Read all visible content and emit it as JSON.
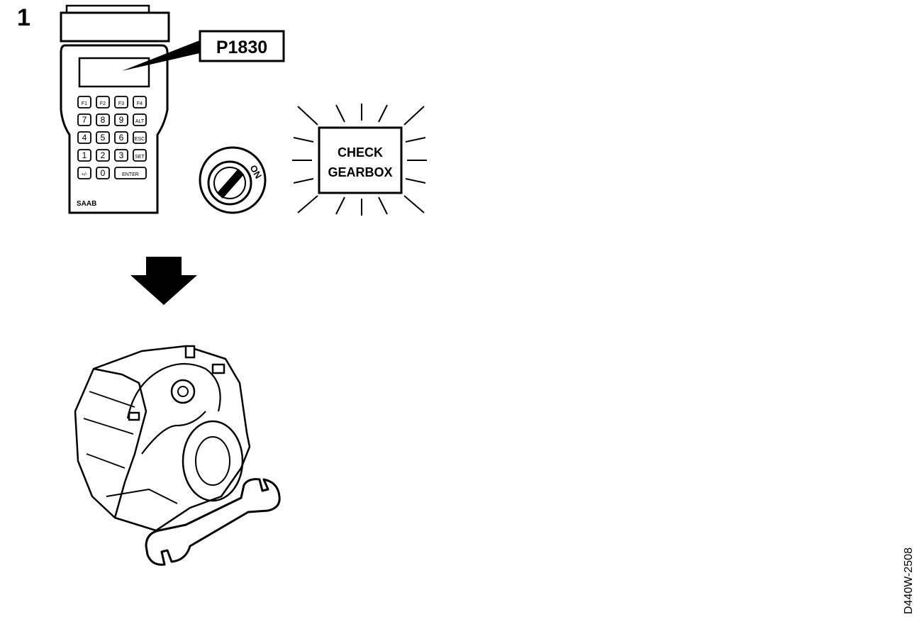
{
  "step": {
    "number": "1"
  },
  "scan_tool": {
    "display_code": "P1830",
    "brand": "SAAB",
    "function_keys": [
      "F1",
      "F2",
      "F3",
      "F4"
    ],
    "keypad_rows": [
      [
        "7",
        "8",
        "9",
        "ALT"
      ],
      [
        "4",
        "5",
        "6",
        "ESC"
      ],
      [
        "1",
        "2",
        "3",
        "SET"
      ],
      [
        "+/-",
        "0",
        "ENTER"
      ]
    ]
  },
  "ignition": {
    "position_label": "ON"
  },
  "warning_lamp": {
    "line1": "CHECK",
    "line2": "GEARBOX"
  },
  "figure_code": "D440W-2508",
  "colors": {
    "ink": "#000000",
    "paper": "#ffffff"
  }
}
